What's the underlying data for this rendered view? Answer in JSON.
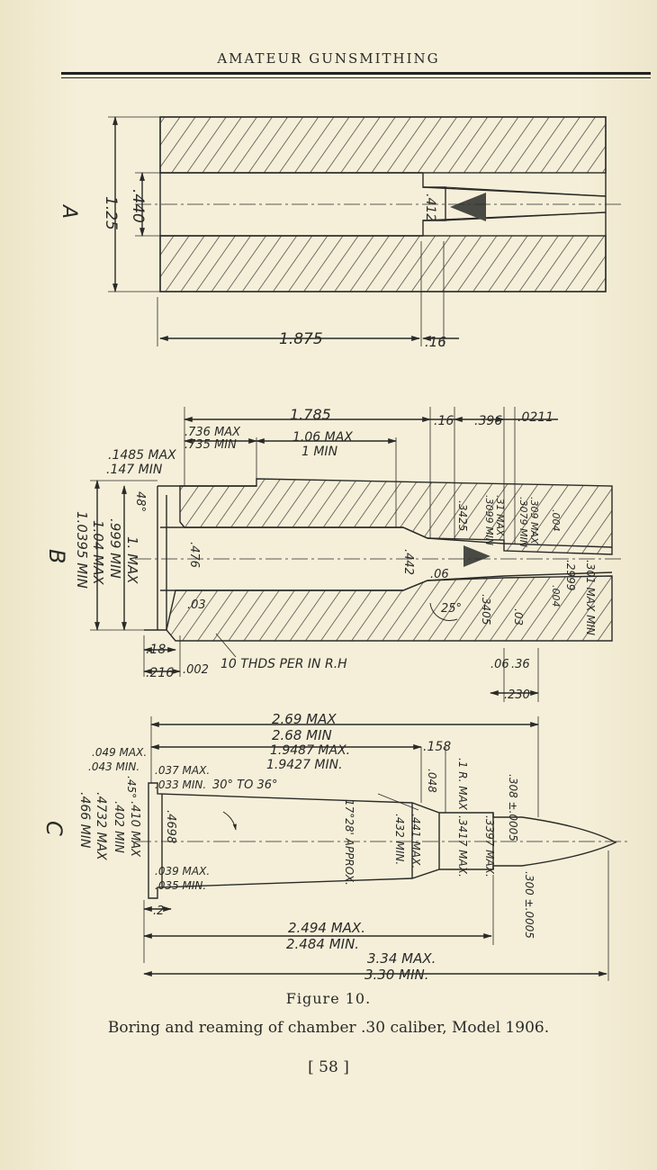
{
  "running_head": "AMATEUR GUNSMITHING",
  "figure": {
    "title": "Figure 10.",
    "caption": "Boring and reaming of chamber .30 caliber, Model 1906.",
    "page_number": "[ 58 ]",
    "view_labels": [
      "A",
      "B",
      "C"
    ],
    "view_a": {
      "overall_dia": "1.25",
      "bore_dia": ".440",
      "throat_dia": ".412",
      "length": "1.875",
      "throat_length": ".16"
    },
    "view_b": {
      "top_dims": [
        ".736 MAX",
        ".735 MIN",
        "1.785",
        "1.06 MAX",
        "1 MIN",
        ".16",
        ".396",
        ".0211"
      ],
      "rim_dims": [
        ".1485 MAX",
        ".147 MIN"
      ],
      "left_dims": [
        "1. MAX",
        ".999 MIN",
        "1.04 MAX",
        "1.0395 MIN",
        "48°"
      ],
      "inner_dims": [
        ".476",
        ".442",
        ".06",
        ".03",
        "25°",
        ".3425",
        ".3405",
        ".03"
      ],
      "neck_dims": [
        ".31 MAX",
        ".3099 MIN",
        ".309 MAX",
        ".3079 MIN",
        ".004",
        ".2999",
        ".301 MAX MIN",
        ".004"
      ],
      "bottom_dims": [
        ".18",
        ".216",
        ".002",
        "10 THDS PER IN R.H",
        ".06",
        ".36",
        ".230"
      ]
    },
    "view_c": {
      "top_dims": [
        "2.69 MAX",
        "2.68 MIN",
        "1.9487 MAX.",
        "1.9427 MIN.",
        ".158"
      ],
      "rim_dims": [
        ".049 MAX.",
        ".043 MIN.",
        ".037 MAX.",
        ".033 MIN.",
        "30° TO 36°",
        ".45°"
      ],
      "left_dims": [
        ".4732 MAX",
        ".466 MIN",
        ".410 MAX",
        ".402 MIN",
        ".4698"
      ],
      "body_dims": [
        ".039 MAX.",
        ".035 MIN.",
        "17°28' APPROX.",
        ".441 MAX.",
        ".432 MIN.",
        ".048",
        ".1 R. MAX",
        ".3417 MAX.",
        ".3397 MAX."
      ],
      "bullet_dims": [
        ".308 ±.0005",
        ".300 ±.0005"
      ],
      "bottom_dims": [
        ".2",
        "2.494 MAX.",
        "2.484 MIN.",
        "3.34 MAX.",
        "3.30 MIN."
      ]
    }
  }
}
